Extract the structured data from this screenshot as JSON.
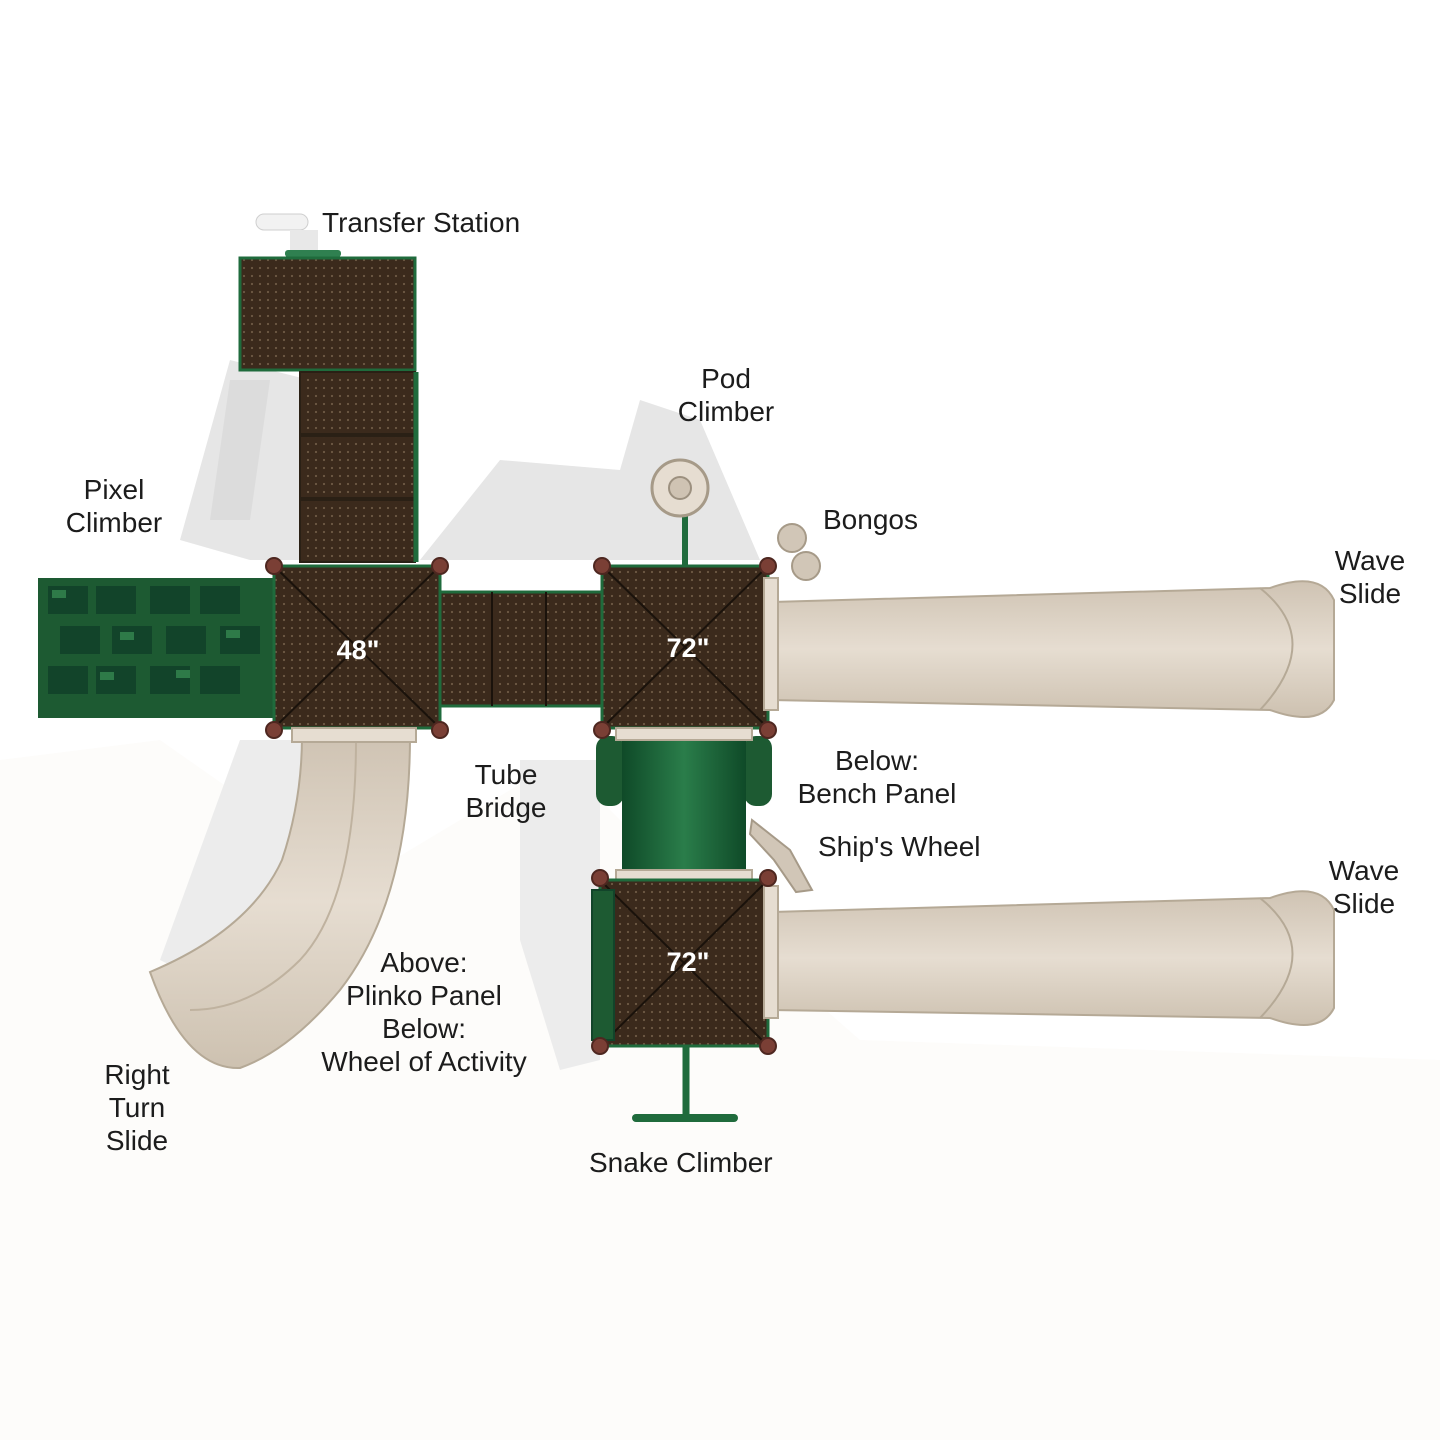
{
  "labels": {
    "transfer_station": "Transfer Station",
    "pod_climber": [
      "Pod",
      "Climber"
    ],
    "pixel_climber": [
      "Pixel",
      "Climber"
    ],
    "bongos": "Bongos",
    "wave_slide_top": [
      "Wave",
      "Slide"
    ],
    "wave_slide_bottom": [
      "Wave",
      "Slide"
    ],
    "tube_bridge": [
      "Tube",
      "Bridge"
    ],
    "bench_panel": [
      "Below:",
      "Bench Panel"
    ],
    "ships_wheel": "Ship's Wheel",
    "plinko_wheel": [
      "Above:",
      "Plinko Panel",
      "Below:",
      "Wheel of Activity"
    ],
    "right_turn_slide": [
      "Right",
      "Turn",
      "Slide"
    ],
    "snake_climber": "Snake Climber"
  },
  "deck_heights": {
    "left_deck": "48\"",
    "center_deck": "72\"",
    "lower_deck": "72\""
  },
  "colors": {
    "deck_brown": "#3b2a1c",
    "frame_green": "#1f6b3c",
    "panel_green": "#1d5a32",
    "slide_tan": "#ddd3c5",
    "shadow": "#e4e4e4"
  }
}
